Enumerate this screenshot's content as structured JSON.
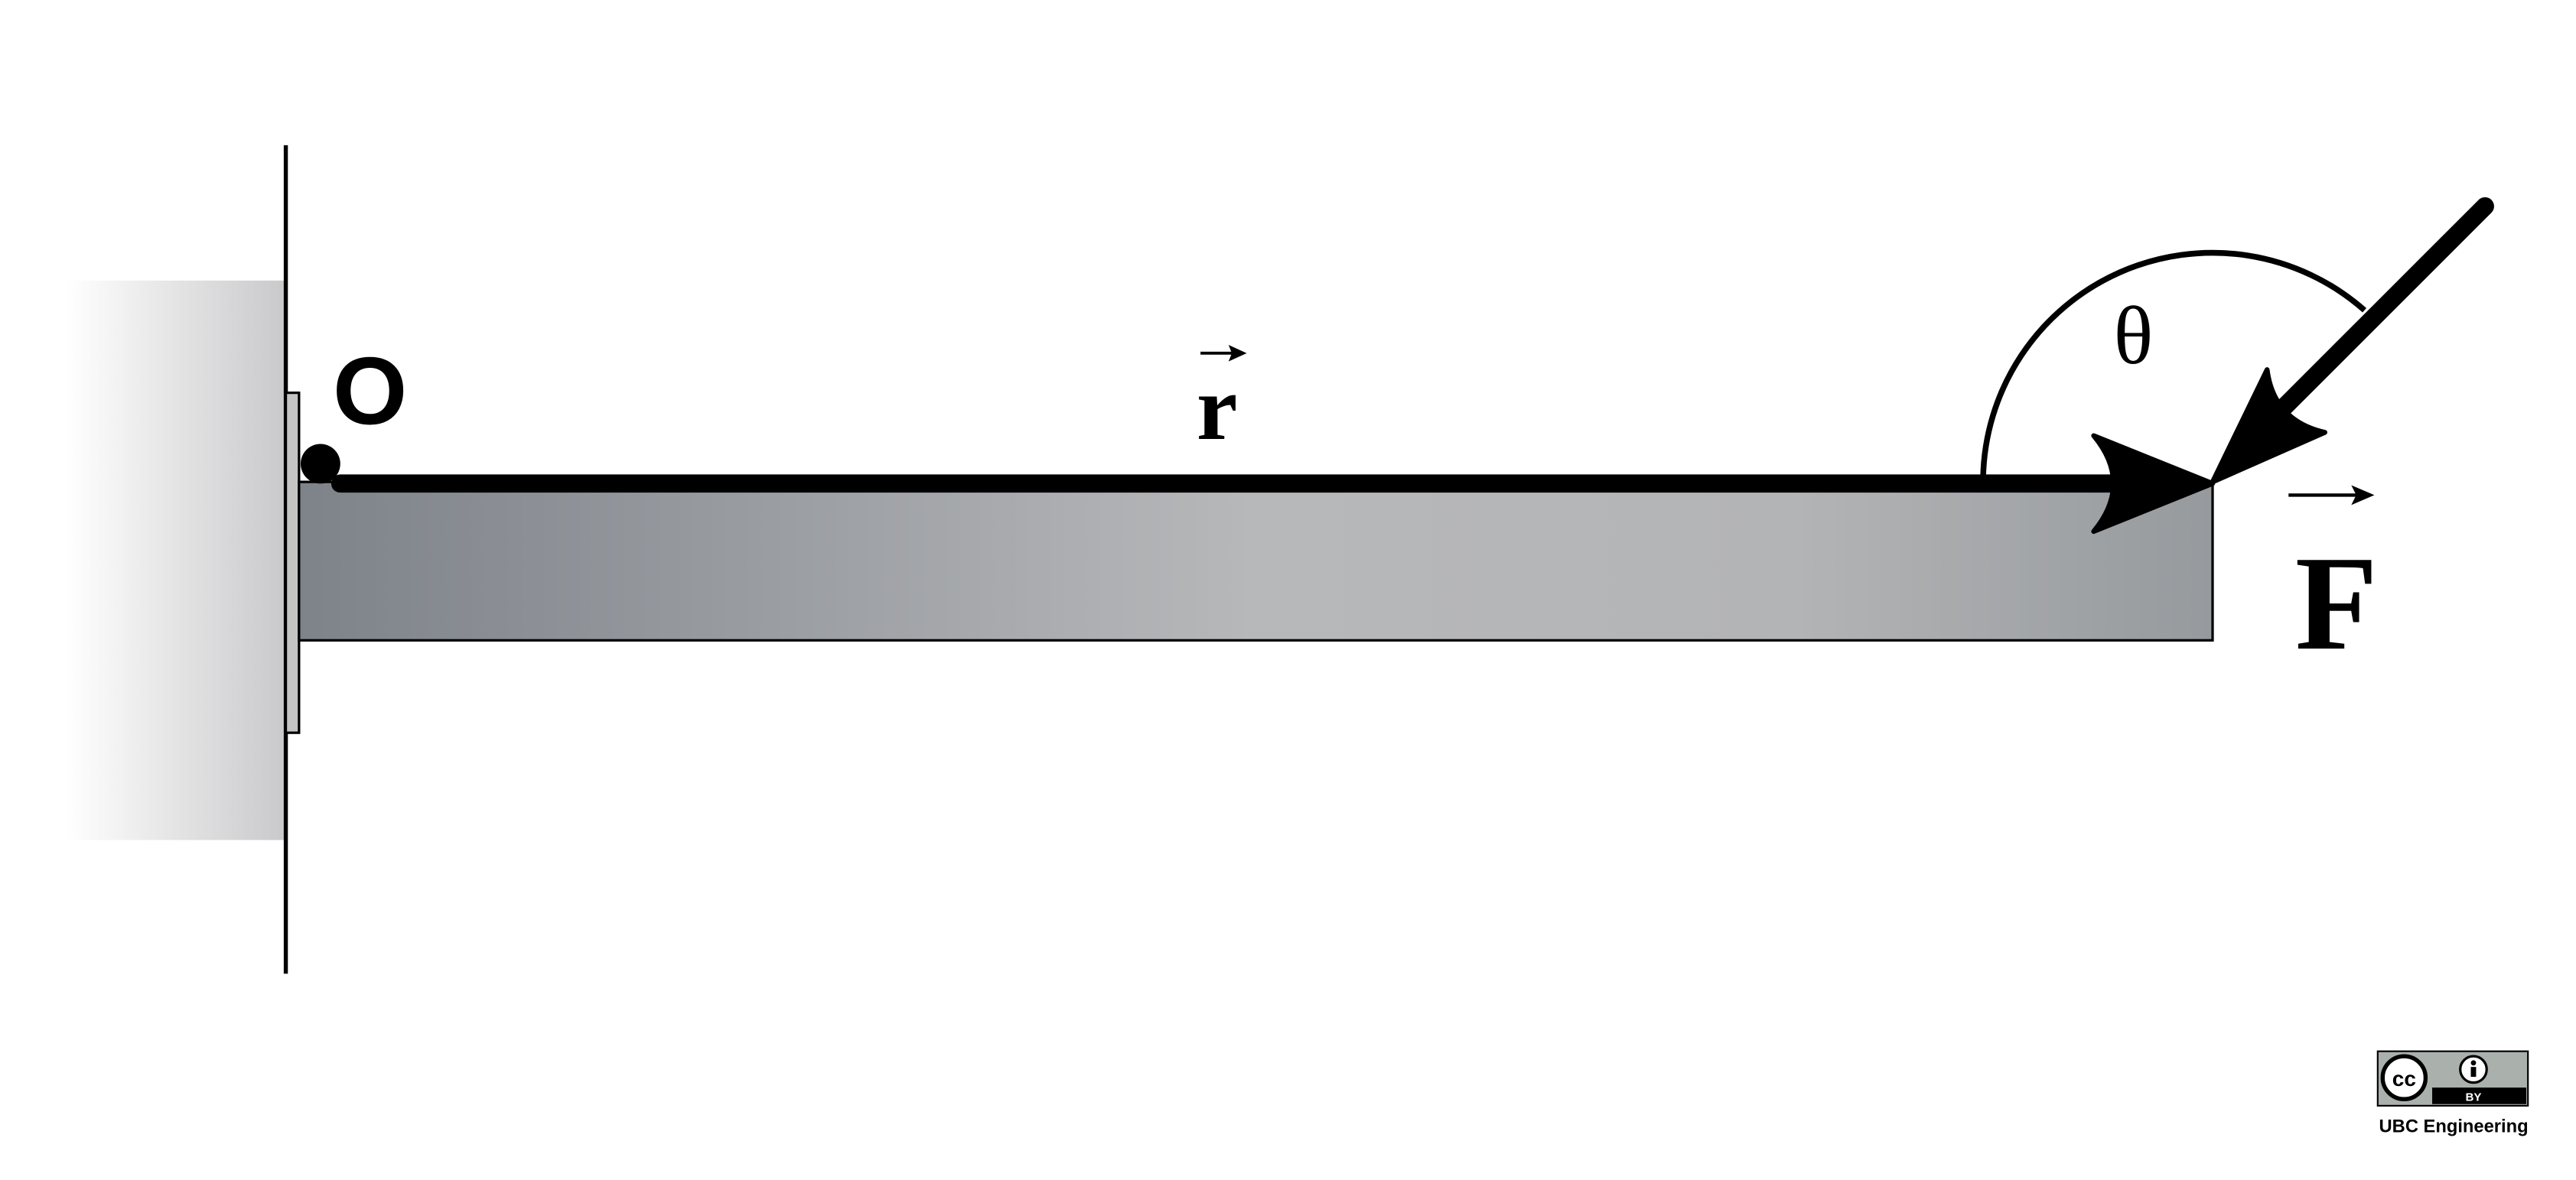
{
  "labels": {
    "origin": "O",
    "position_vector": "r",
    "force_vector": "F",
    "angle": "θ"
  },
  "license": {
    "badge_cc": "cc",
    "badge_by": "BY",
    "credit": "UBC Engineering"
  },
  "colors": {
    "ink": "#000000",
    "beam_dark": "#7e838a",
    "beam_light": "#b6b7b9",
    "wall_gray": "#c9c9cb",
    "plate_gray": "#c4c4c4",
    "badge_gray": "#aab0ab"
  }
}
